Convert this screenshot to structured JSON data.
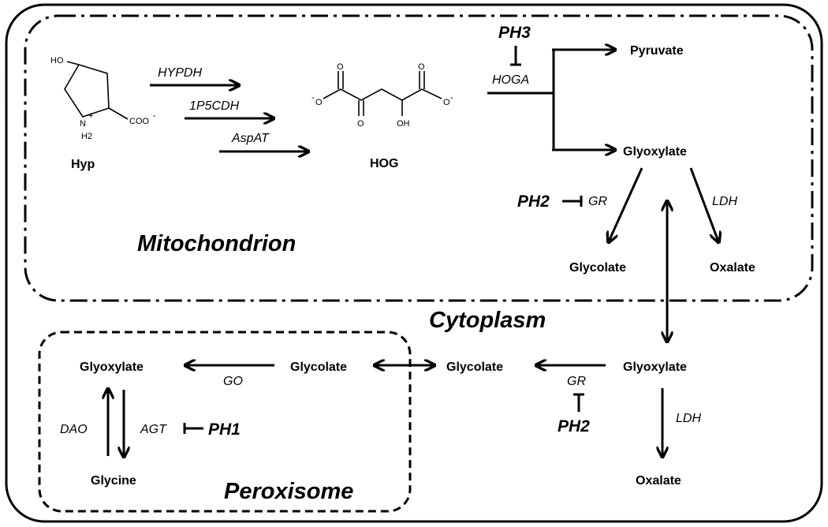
{
  "regions": {
    "mitochondrion": "Mitochondrion",
    "cytoplasm": "Cytoplasm",
    "peroxisome": "Peroxisome"
  },
  "metabolites": {
    "hyp": "Hyp",
    "hog": "HOG",
    "pyruvate": "Pyruvate",
    "glyoxylate_mito": "Glyoxylate",
    "glycolate_mito": "Glycolate",
    "oxalate_mito": "Oxalate",
    "glyoxylate_cyto": "Glyoxylate",
    "glycolate_cyto": "Glycolate",
    "oxalate_cyto": "Oxalate",
    "glyoxylate_perox": "Glyoxylate",
    "glycolate_perox": "Glycolate",
    "glycine_perox": "Glycine"
  },
  "enzymes": {
    "hypdh": "HYPDH",
    "p5cdh": "1P5CDH",
    "aspat": "AspAT",
    "hoga": "HOGA",
    "gr_mito": "GR",
    "ldh_mito": "LDH",
    "gr_cyto": "GR",
    "ldh_cyto": "LDH",
    "go": "GO",
    "agt": "AGT",
    "dao": "DAO"
  },
  "diseases": {
    "ph1": "PH1",
    "ph2_mito": "PH2",
    "ph2_cyto": "PH2",
    "ph3": "PH3"
  },
  "structure_labels": {
    "hyp_ho": "HO",
    "hyp_nh2": "N",
    "hyp_h2": "H2",
    "hyp_plus": "+",
    "hyp_coo": "COO",
    "hyp_minus": "-",
    "hog_o_left": "O",
    "hog_o_right": "O",
    "hog_om_left": "O",
    "hog_om_right": "O",
    "hog_minus_left": "-",
    "hog_minus_right": "-",
    "hog_keto_o": "O",
    "hog_oh": "OH"
  }
}
